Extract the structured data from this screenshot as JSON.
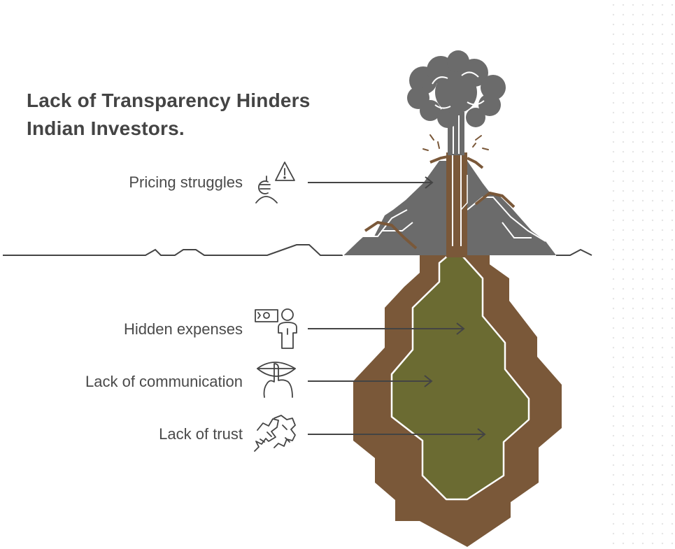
{
  "title": "Lack of Transparency Hinders Indian Investors.",
  "items": [
    {
      "label": "Pricing struggles",
      "icon": "rupee-person-warning-icon",
      "zone": "volcano"
    },
    {
      "label": "Hidden expenses",
      "icon": "money-person-icon",
      "zone": "underground"
    },
    {
      "label": "Lack of communication",
      "icon": "hush-lips-icon",
      "zone": "underground"
    },
    {
      "label": "Lack of trust",
      "icon": "broken-handshake-icon",
      "zone": "underground"
    }
  ],
  "colors": {
    "rock": "#6b6b6b",
    "magma_outer": "#7a5839",
    "magma_inner": "#6b6b32",
    "text": "#4a4a4a",
    "line": "#444444"
  }
}
